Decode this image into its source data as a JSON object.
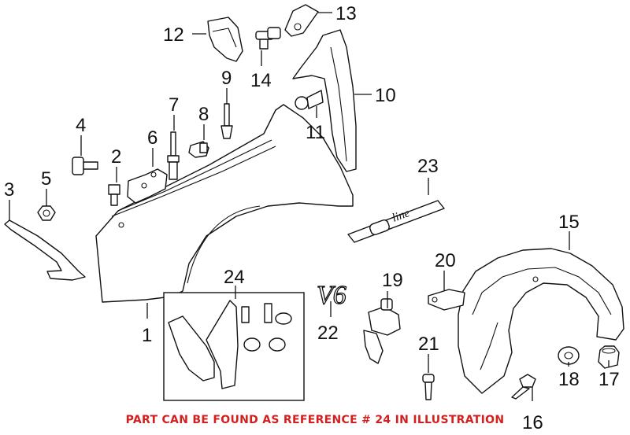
{
  "callouts": {
    "c1": "1",
    "c2": "2",
    "c3": "3",
    "c4": "4",
    "c5": "5",
    "c6": "6",
    "c7": "7",
    "c8": "8",
    "c9": "9",
    "c10": "10",
    "c11": "11",
    "c12": "12",
    "c13": "13",
    "c14": "14",
    "c15": "15",
    "c16": "16",
    "c17": "17",
    "c18": "18",
    "c19": "19",
    "c20": "20",
    "c21": "21",
    "c22": "22",
    "c23": "23",
    "c24": "24"
  },
  "badges": {
    "v6": "V6",
    "sline": "line"
  },
  "footnote": {
    "text": "PART CAN BE FOUND AS REFERENCE # 24 IN ILLUSTRATION"
  },
  "colors": {
    "line": "#111111",
    "footnote": "#d21f1f",
    "background": "#ffffff"
  }
}
